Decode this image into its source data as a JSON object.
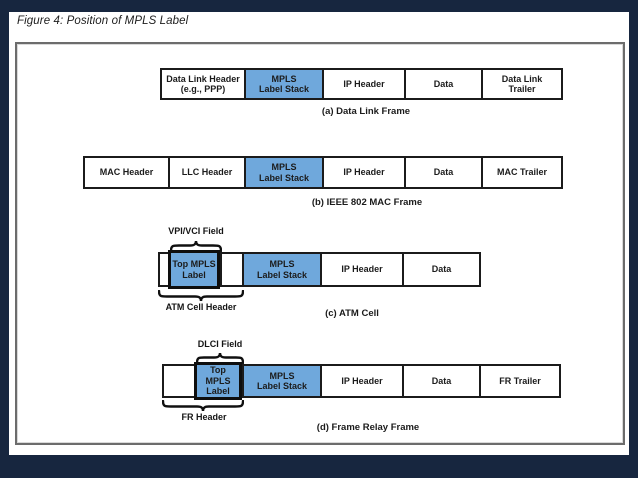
{
  "title": "Figure 4: Position of MPLS Label",
  "colors": {
    "page_background": "#17263f",
    "panel_background": "#ffffff",
    "highlight_blue": "#6fa8dc",
    "cell_border": "#1b1b1b",
    "text": "#1b1b1b"
  },
  "diagrams": [
    {
      "caption": "(a) Data Link Frame",
      "cells": [
        {
          "label": "Data Link Header\n(e.g., PPP)",
          "highlight": false
        },
        {
          "label": "MPLS\nLabel Stack",
          "highlight": true
        },
        {
          "label": "IP Header",
          "highlight": false
        },
        {
          "label": "Data",
          "highlight": false
        },
        {
          "label": "Data Link\nTrailer",
          "highlight": false
        }
      ]
    },
    {
      "caption": "(b) IEEE 802 MAC Frame",
      "cells": [
        {
          "label": "MAC Header",
          "highlight": false
        },
        {
          "label": "LLC Header",
          "highlight": false
        },
        {
          "label": "MPLS\nLabel Stack",
          "highlight": true
        },
        {
          "label": "IP Header",
          "highlight": false
        },
        {
          "label": "Data",
          "highlight": false
        },
        {
          "label": "MAC Trailer",
          "highlight": false
        }
      ]
    },
    {
      "caption": "(c) ATM Cell",
      "top_annotation": "VPI/VCI Field",
      "bottom_annotation": "ATM Cell Header",
      "cells": [
        {
          "label": "",
          "highlight": false
        },
        {
          "label": "Top MPLS\nLabel",
          "highlight": true
        },
        {
          "label": "",
          "highlight": false
        },
        {
          "label": "MPLS\nLabel Stack",
          "highlight": true
        },
        {
          "label": "IP Header",
          "highlight": false
        },
        {
          "label": "Data",
          "highlight": false
        }
      ]
    },
    {
      "caption": "(d) Frame Relay Frame",
      "top_annotation": "DLCI Field",
      "bottom_annotation": "FR Header",
      "cells": [
        {
          "label": "",
          "highlight": false
        },
        {
          "label": "Top MPLS\nLabel",
          "highlight": true
        },
        {
          "label": "MPLS\nLabel Stack",
          "highlight": true
        },
        {
          "label": "IP Header",
          "highlight": false
        },
        {
          "label": "Data",
          "highlight": false
        },
        {
          "label": "FR Trailer",
          "highlight": false
        }
      ]
    }
  ]
}
